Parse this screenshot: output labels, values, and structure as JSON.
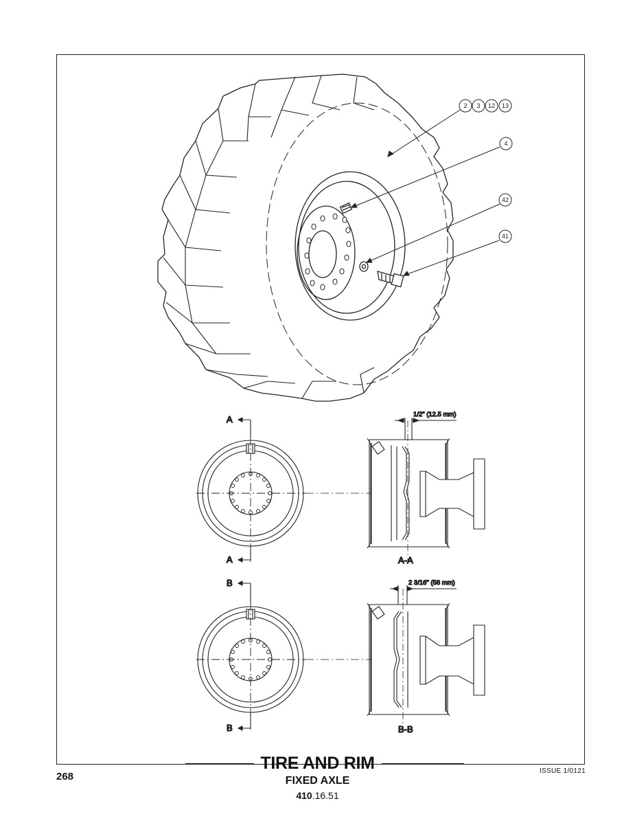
{
  "callouts": {
    "top_group": [
      "2",
      "3",
      "12",
      "13"
    ],
    "c4": "4",
    "c42": "42",
    "c41": "41"
  },
  "section_a": {
    "marker": "A",
    "label": "A-A",
    "dimension": "1/2\" (12.5 mm)"
  },
  "section_b": {
    "marker": "B",
    "label": "B-B",
    "dimension": "2 3/16\" (56 mm)"
  },
  "footer": {
    "title": "TIRE AND RIM",
    "subtitle": "FIXED AXLE",
    "doc_number_bold": "410",
    "doc_number_rest": ".16.51",
    "page_number": "268",
    "issue": "ISSUE 1/0121"
  }
}
